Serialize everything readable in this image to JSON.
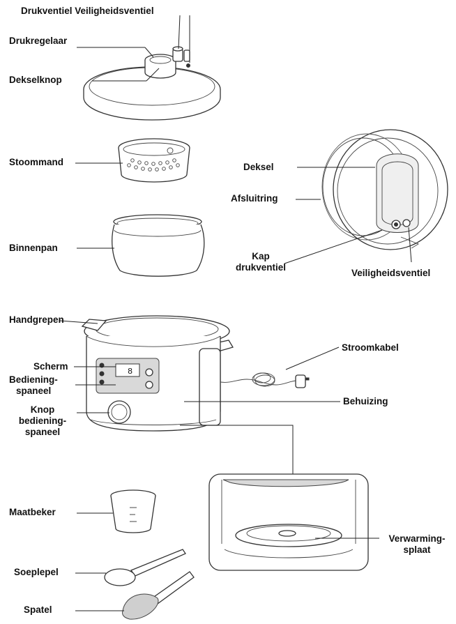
{
  "labels": {
    "drukventiel_veiligheidsventiel": "Drukventiel Veiligheidsventiel",
    "drukregelaar": "Drukregelaar",
    "dekselknop": "Dekselknop",
    "stoommand": "Stoommand",
    "deksel": "Deksel",
    "afsluitring": "Afsluitring",
    "binnenpan": "Binnenpan",
    "kap_drukventiel_1": "Kap",
    "kap_drukventiel_2": "drukventiel",
    "veiligheidsventiel": "Veiligheidsventiel",
    "handgrepen": "Handgrepen",
    "stroomkabel": "Stroomkabel",
    "scherm": "Scherm",
    "bedieningspaneel_1": "Bediening-",
    "bedieningspaneel_2": "spaneel",
    "behuizing": "Behuizing",
    "knop_bedieningspaneel_1": "Knop",
    "knop_bedieningspaneel_2": "bediening-",
    "knop_bedieningspaneel_3": "spaneel",
    "maatbeker": "Maatbeker",
    "verwarmingsplaat_1": "Verwarming-",
    "verwarmingsplaat_2": "splaat",
    "soeplepel": "Soeplepel",
    "spatel": "Spatel"
  },
  "display_symbol": "8"
}
